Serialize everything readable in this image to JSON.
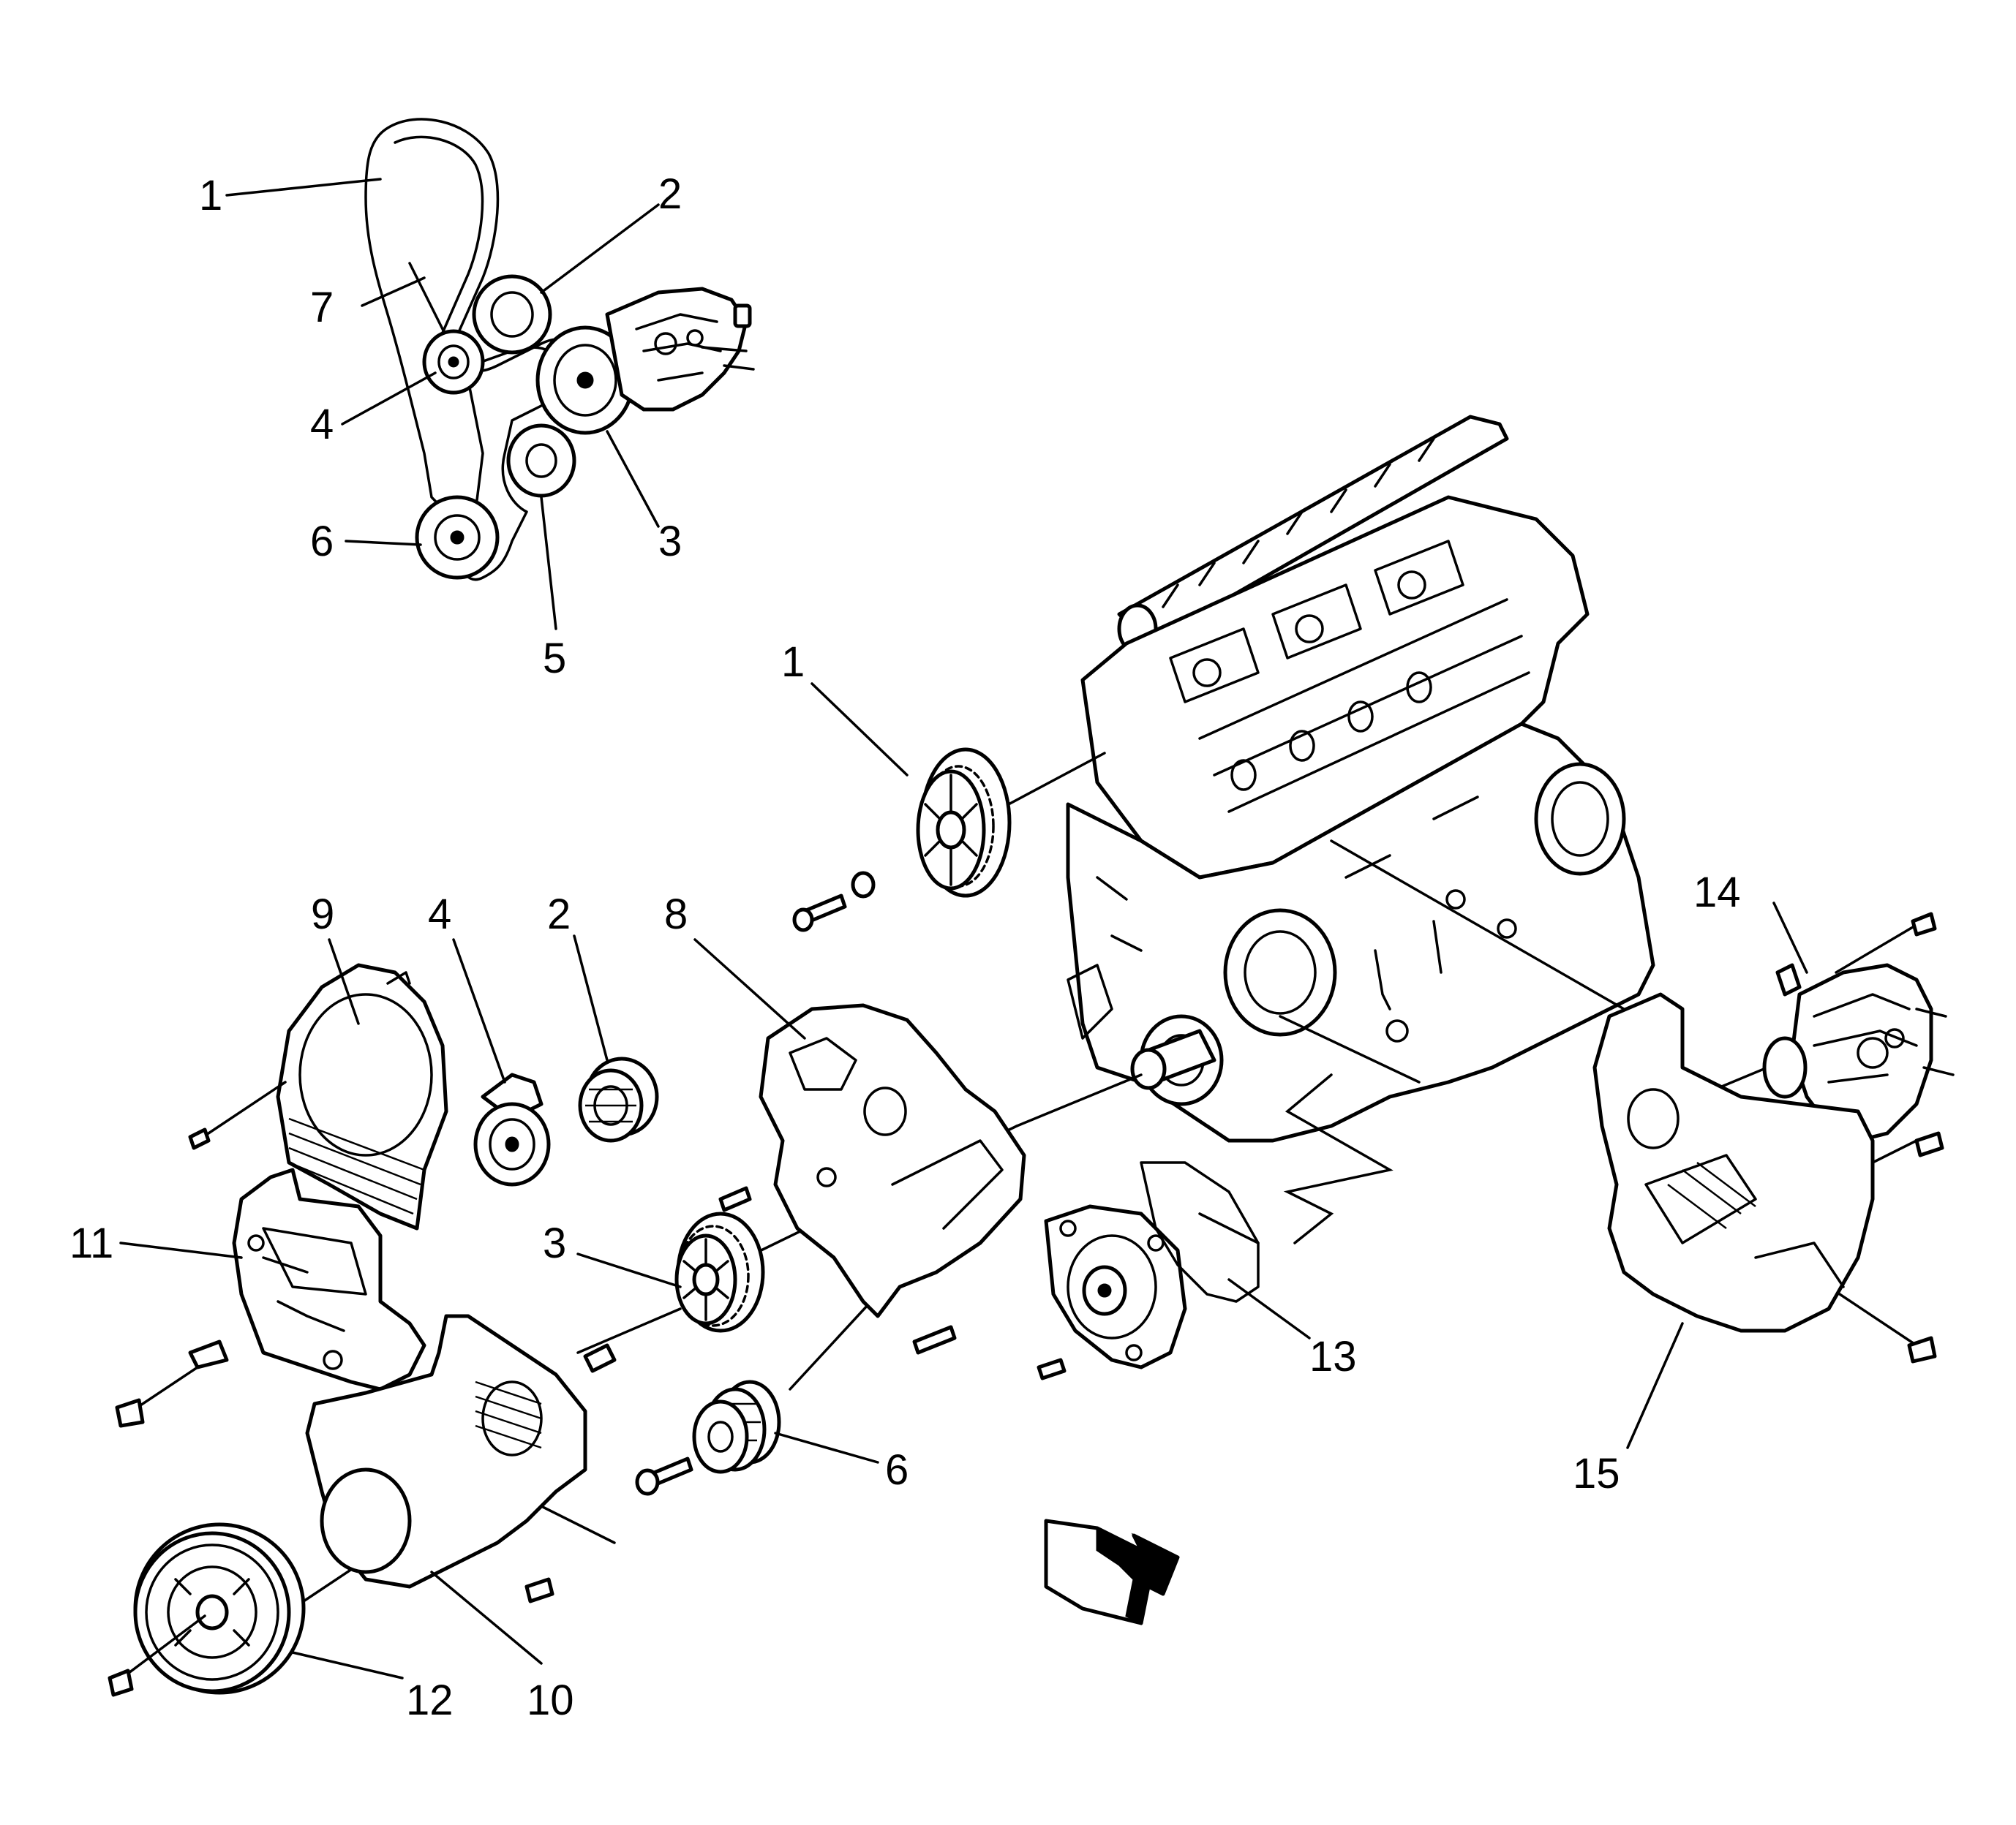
{
  "diagram": {
    "colors": {
      "line": "#000000",
      "background": "#ffffff"
    },
    "callouts": {
      "inset_1": "1",
      "inset_2": "2",
      "inset_3": "3",
      "inset_4": "4",
      "inset_5": "5",
      "inset_6": "6",
      "inset_7": "7",
      "main_1": "1",
      "main_2": "2",
      "main_3": "3",
      "main_4": "4",
      "main_6": "6",
      "main_8": "8",
      "main_9": "9",
      "main_10": "10",
      "main_11": "11",
      "main_12": "12",
      "main_13": "13",
      "main_14": "14",
      "main_15": "15"
    },
    "icons": {
      "direction_arrow": "view-direction-arrow-icon"
    }
  }
}
